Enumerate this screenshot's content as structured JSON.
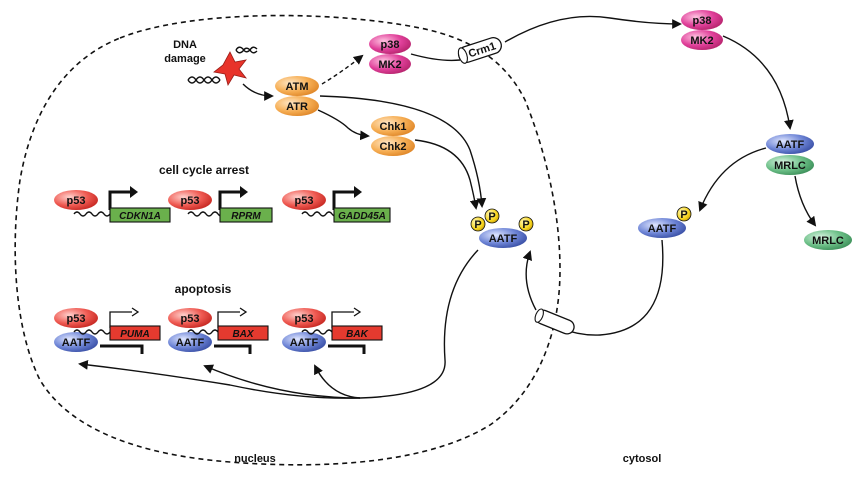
{
  "labels": {
    "dna_damage_1": "DNA",
    "dna_damage_2": "damage",
    "atm": "ATM",
    "atr": "ATR",
    "chk1": "Chk1",
    "chk2": "Chk2",
    "p38_nuc": "p38",
    "mk2_nuc": "MK2",
    "crm1": "Crm1",
    "p38_cyto": "p38",
    "mk2_cyto": "MK2",
    "aatf_cyto": "AATF",
    "mrlc_bound": "MRLC",
    "mrlc_free": "MRLC",
    "aatf_p_cyto": "AATF",
    "p_cyto": "P",
    "aatf_center": "AATF",
    "p1": "P",
    "p2": "P",
    "p3": "P",
    "cell_cycle_arrest": "cell cycle arrest",
    "apoptosis": "apoptosis",
    "nucleus": "nucleus",
    "cytosol": "cytosol"
  },
  "arrest_genes": [
    {
      "p53": "p53",
      "gene": "CDKN1A"
    },
    {
      "p53": "p53",
      "gene": "RPRM"
    },
    {
      "p53": "p53",
      "gene": "GADD45A"
    }
  ],
  "apoptosis_genes": [
    {
      "p53": "p53",
      "gene": "PUMA",
      "aatf": "AATF"
    },
    {
      "p53": "p53",
      "gene": "BAX",
      "aatf": "AATF"
    },
    {
      "p53": "p53",
      "gene": "BAK",
      "aatf": "AATF"
    }
  ],
  "colors": {
    "p53_red": "#e8413c",
    "gene_green": "#6ab04c",
    "gene_red": "#e53a2f",
    "kinase_orange": "#f5a84a",
    "p38_magenta": "#e0358f",
    "aatf_blue": "#5b73c6",
    "mrlc_green": "#63b77e",
    "phospho_yellow": "#f7d51c",
    "damage_star": "#e8332a"
  }
}
